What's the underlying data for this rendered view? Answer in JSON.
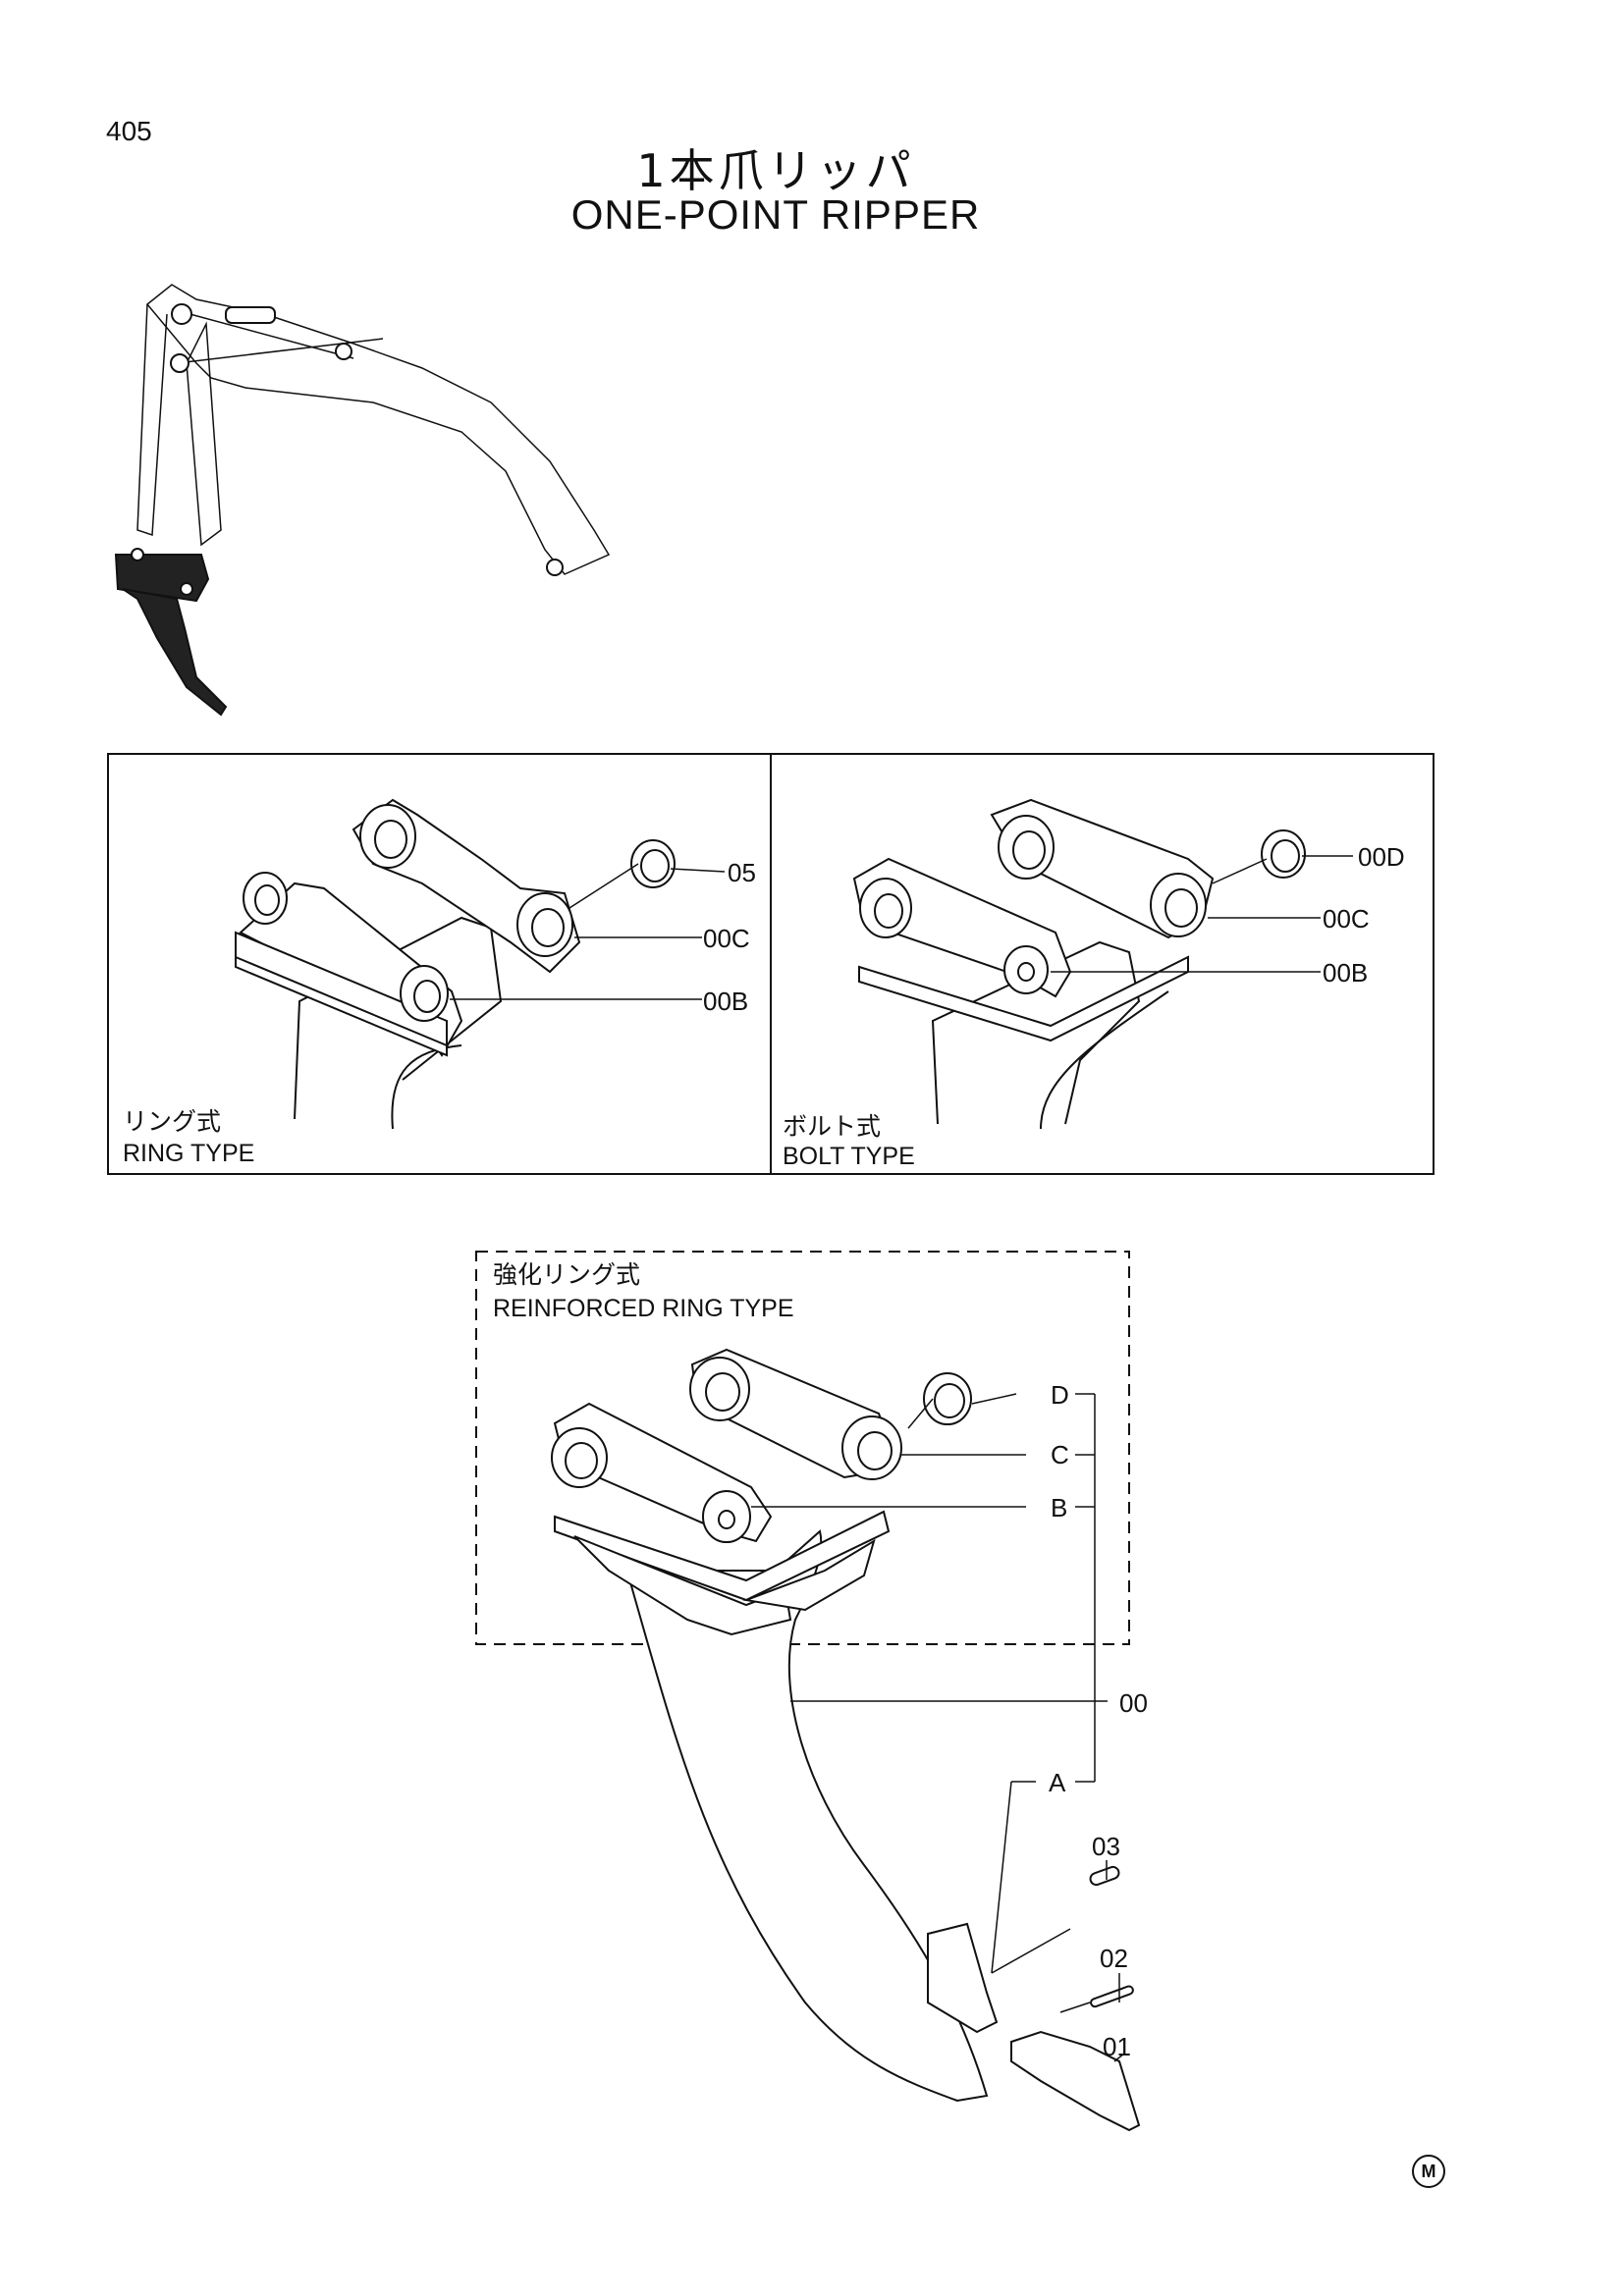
{
  "page_number": "405",
  "title_jp": "1本爪リッパ",
  "title_en": "ONE-POINT RIPPER",
  "panels": {
    "ring": {
      "label_jp": "リング式",
      "label_en": "RING TYPE",
      "callouts": [
        "05",
        "00C",
        "00B"
      ]
    },
    "bolt": {
      "label_jp": "ボルト式",
      "label_en": "BOLT TYPE",
      "callouts": [
        "00D",
        "00C",
        "00B"
      ]
    },
    "reinforced": {
      "label_jp": "強化リング式",
      "label_en": "REINFORCED RING TYPE",
      "callouts": [
        "D",
        "C",
        "B"
      ]
    }
  },
  "main_callouts": {
    "assembly": "00",
    "a": "A",
    "pin_03": "03",
    "pin_02": "02",
    "tooth_01": "01"
  },
  "mark": "M"
}
